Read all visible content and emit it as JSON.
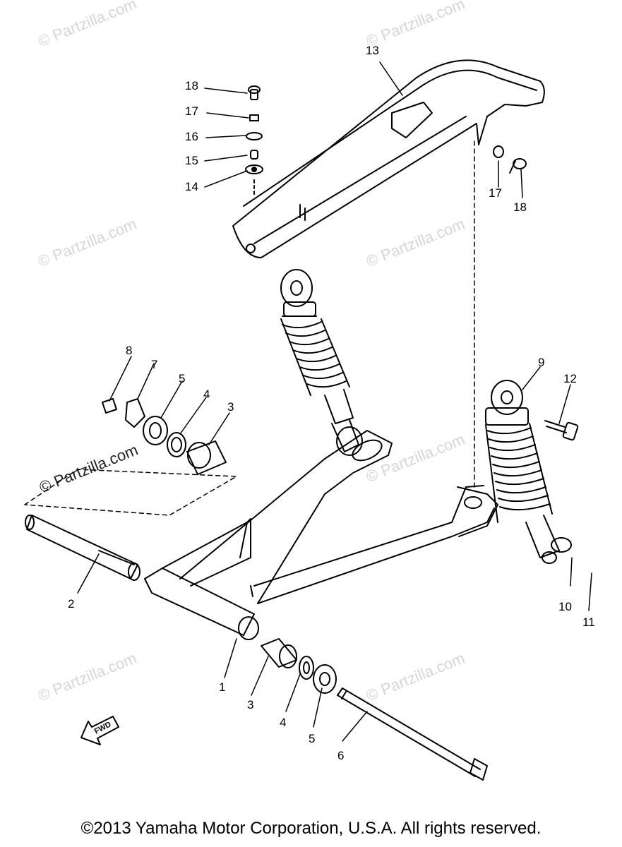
{
  "diagram": {
    "callouts": {
      "c1": "1",
      "c2": "2",
      "c3a": "3",
      "c3b": "3",
      "c4a": "4",
      "c4b": "4",
      "c5a": "5",
      "c5b": "5",
      "c6": "6",
      "c7": "7",
      "c8": "8",
      "c9": "9",
      "c10": "10",
      "c11": "11",
      "c12": "12",
      "c13": "13",
      "c14": "14",
      "c15": "15",
      "c16": "16",
      "c17a": "17",
      "c17b": "18",
      "c17c": "17",
      "c18b": "18"
    },
    "fwd_label": "FWD"
  },
  "watermark": {
    "text": "© Partzilla.com"
  },
  "footer": {
    "copyright": "©2013  Yamaha Motor Corporation, U.S.A. All rights reserved."
  }
}
